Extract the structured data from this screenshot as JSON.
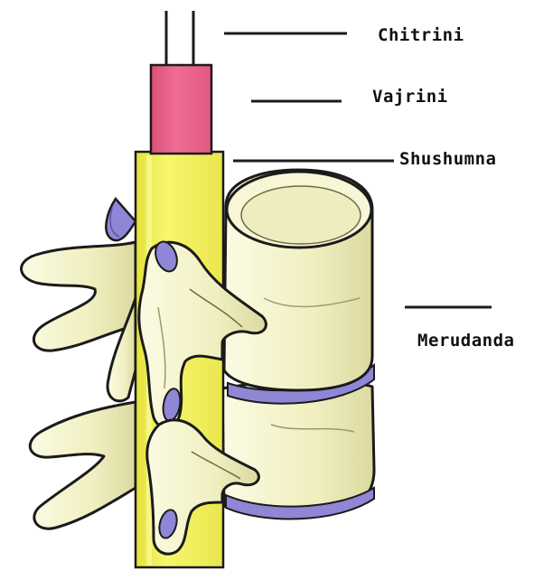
{
  "labels": {
    "chitrini": "Chitrini",
    "vajrini": "Vajrini",
    "shushumna": "Shushumna",
    "merudanda": "Merudanda"
  },
  "colors": {
    "bone": "#f3f2c6",
    "bone_shadow": "#d8d59c",
    "outline": "#1b1b1b",
    "vajrini": "#e8628a",
    "shushumna": "#f1ef5a",
    "disc": "#8f86d6",
    "chitrini_line": "#1b1b1b"
  }
}
